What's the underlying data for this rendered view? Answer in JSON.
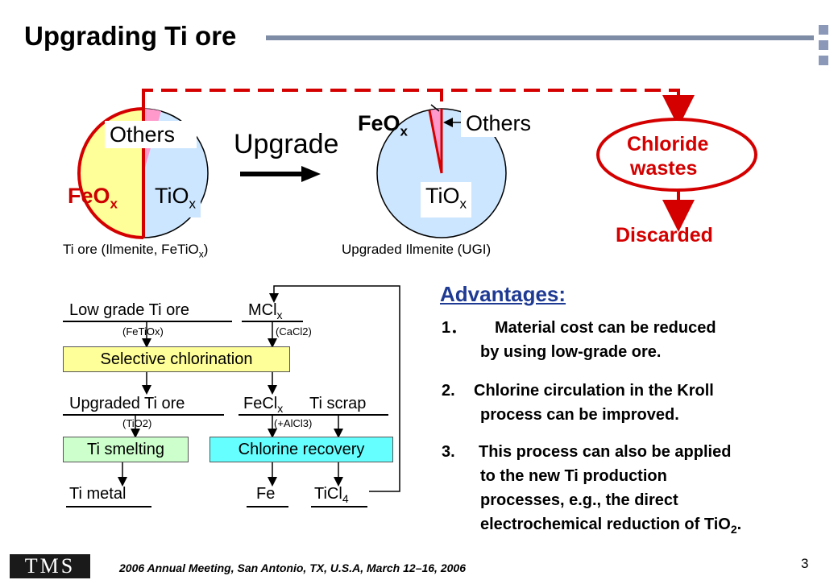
{
  "title": "Upgrading Ti ore",
  "pie1": {
    "others": "Others",
    "feox_base": "FeO",
    "feox_sub": "x",
    "tiox_base": "TiO",
    "tiox_sub": "x",
    "caption_base": "Ti ore (Ilmenite, FeTiO",
    "caption_sub": "x",
    "caption_end": ")"
  },
  "upgrade": "Upgrade",
  "pie2": {
    "feox_base": "FeO",
    "feox_sub": "x",
    "others": "Others",
    "tiox_base": "TiO",
    "tiox_sub": "x",
    "caption": "Upgraded Ilmenite (UGI)"
  },
  "chloride_wastes_1": "Chloride",
  "chloride_wastes_2": "wastes",
  "discarded": "Discarded",
  "flow": {
    "low_grade": "Low grade Ti ore",
    "mcl_base": "MCl",
    "mcl_sub": "x",
    "fetiox": "(FeTiOx)",
    "cacl2": "(CaCl2)",
    "selective": "Selective chlorination",
    "upgraded": "Upgraded Ti ore",
    "fecl_base": "FeCl",
    "fecl_sub": "x",
    "ti_scrap": "Ti scrap",
    "tio2": "(TiO2)",
    "alcl3": "(+AlCl3)",
    "smelting": "Ti smelting",
    "recovery": "Chlorine recovery",
    "ti_metal": "Ti metal",
    "fe": "Fe",
    "ticl_base": "TiCl",
    "ticl_sub": "4"
  },
  "advantages": {
    "title": "Advantages:",
    "items": [
      {
        "num": "1．",
        "line1": "Material cost can be reduced",
        "line2": "by using low-grade ore."
      },
      {
        "num": "2.",
        "line1": "Chlorine circulation in the Kroll",
        "line2": "process can be improved."
      },
      {
        "num": "3.",
        "line1": "This process can also be applied",
        "line2": "to the new Ti production",
        "line3": "processes, e.g., the direct",
        "line4": "electrochemical reduction of TiO",
        "line4_sub": "2",
        "line4_end": "."
      }
    ]
  },
  "footer": "2006 Annual Meeting, San Antonio, TX, U.S.A, March 12–16, 2006",
  "page": "3",
  "logo": "TMS",
  "colors": {
    "accent_red": "#d40000",
    "pie_blue": "#cce6ff",
    "pie_yellow": "#ffff99",
    "pie_pink": "#ff99cc",
    "advantages_blue": "#1f3a93"
  }
}
